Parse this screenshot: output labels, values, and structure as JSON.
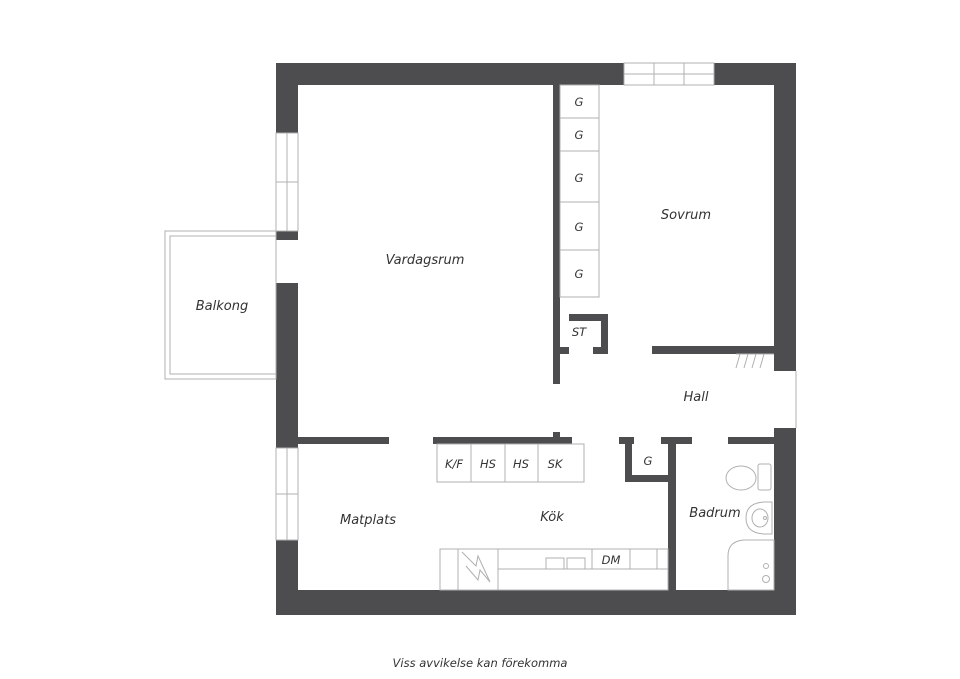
{
  "rooms": {
    "vardagsrum": "Vardagsrum",
    "sovrum": "Sovrum",
    "balkong": "Balkong",
    "hall": "Hall",
    "matplats": "Matplats",
    "kok": "Kök",
    "badrum": "Badrum"
  },
  "fixtures": {
    "garderob": "G",
    "stadskap": "ST",
    "kyl_frys": "K/F",
    "hogskap": "HS",
    "skafferi": "SK",
    "diskmaskin": "DM"
  },
  "caption": "Viss avvikelse kan förekomma",
  "colors": {
    "wall": "#4d4d4f",
    "line": "#b0b0b0",
    "text": "#333333"
  }
}
